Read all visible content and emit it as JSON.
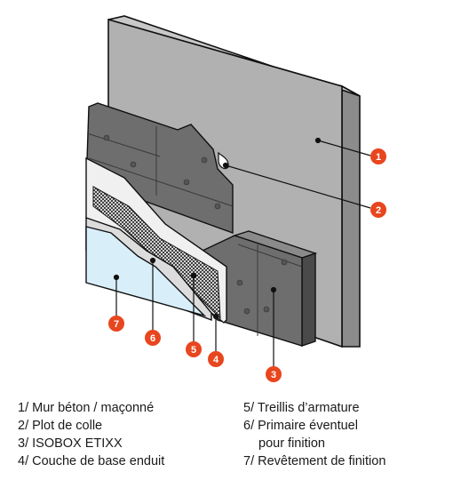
{
  "callouts": [
    {
      "number": "1",
      "color": "#e8461e"
    },
    {
      "number": "2",
      "color": "#e8461e"
    },
    {
      "number": "3",
      "color": "#e8461e"
    },
    {
      "number": "4",
      "color": "#e8461e"
    },
    {
      "number": "5",
      "color": "#e8461e"
    },
    {
      "number": "6",
      "color": "#e8461e"
    },
    {
      "number": "7",
      "color": "#e8461e"
    }
  ],
  "legend": {
    "left": [
      "1/ Mur béton / maçonné",
      "2/ Plot de colle",
      "3/ ISOBOX ETIXX",
      "4/ Couche de base enduit"
    ],
    "right": [
      "5/ Treillis d’armature",
      "6/ Primaire éventuel",
      "pour finition",
      "7/ Revêtement de finition"
    ]
  },
  "colors": {
    "wall": "#b1b1b1",
    "wall_side": "#8c8c8c",
    "insulation": "#6e6e6e",
    "insulation_side": "#4a4a4a",
    "base_coat": "#f0f0f0",
    "primer": "#dcdcdc",
    "finish": "#d8effa",
    "callout": "#e8461e"
  }
}
